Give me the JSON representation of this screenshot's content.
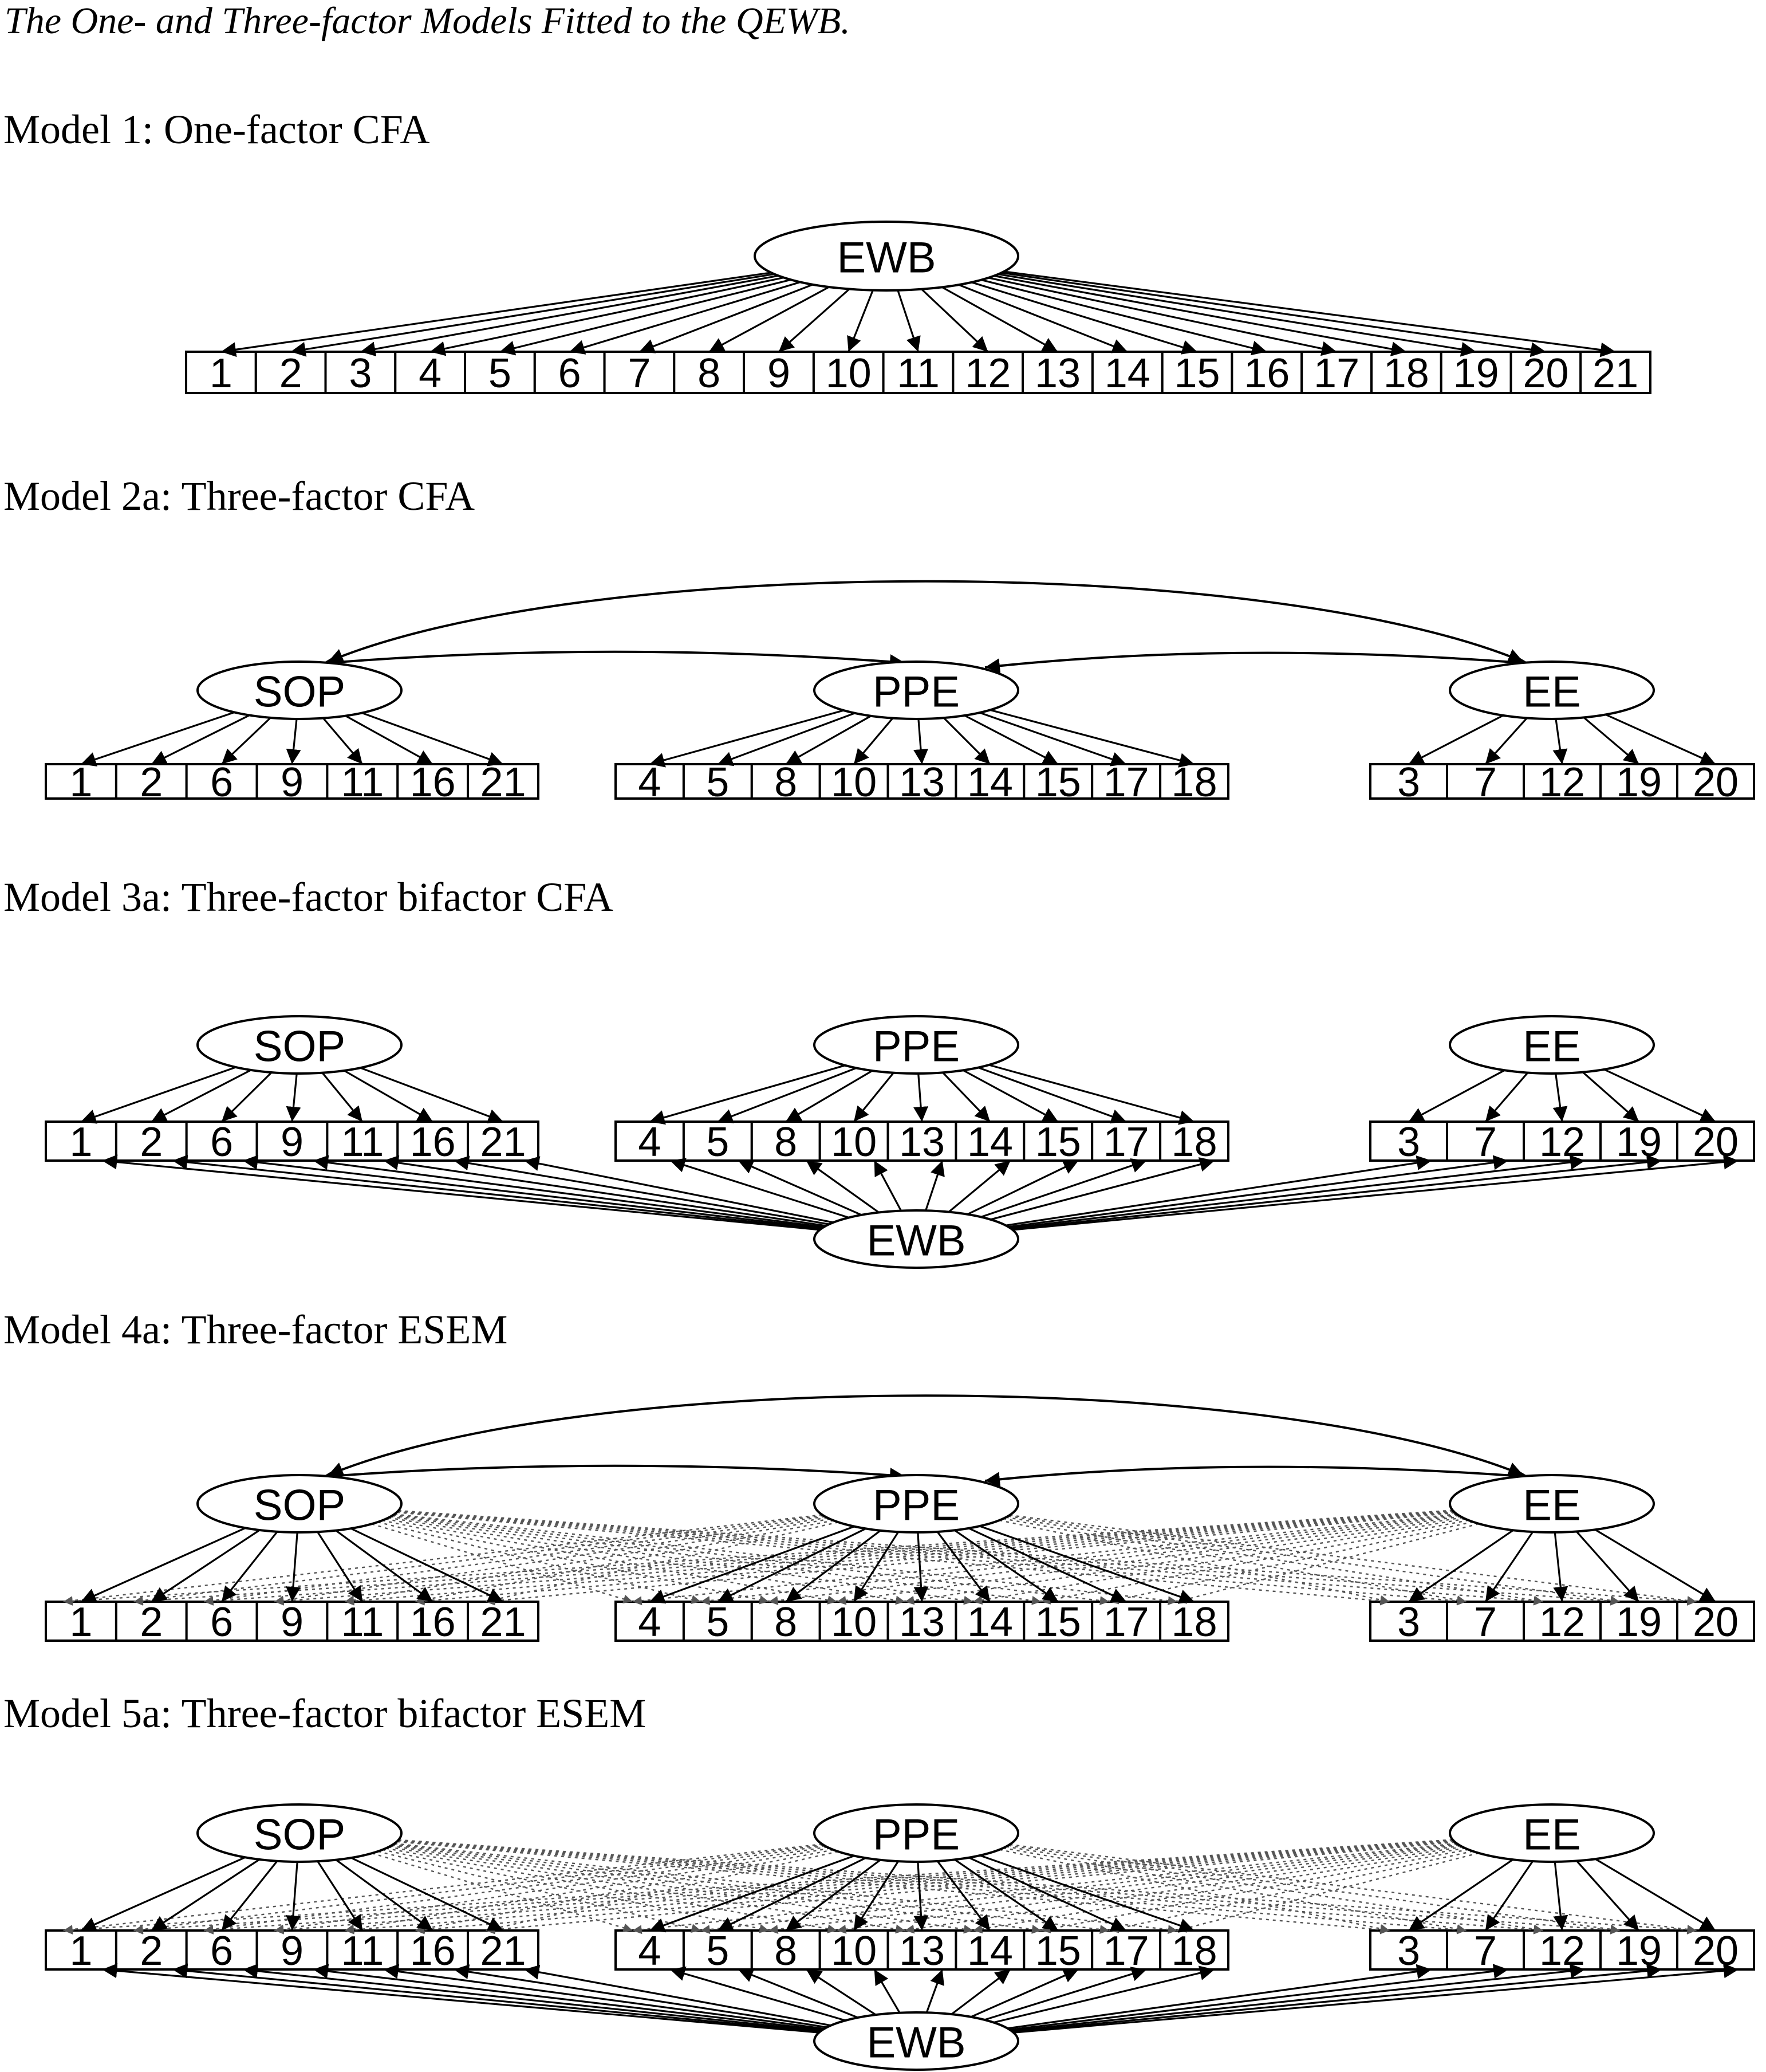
{
  "figure_title": "The One- and Three-factor Models Fitted to the QEWB.",
  "models": [
    {
      "id": "m1",
      "title": "Model 1: One-factor CFA",
      "type": "single",
      "factors": [
        {
          "id": "EWB",
          "label": "EWB"
        }
      ],
      "items": [
        "1",
        "2",
        "3",
        "4",
        "5",
        "6",
        "7",
        "8",
        "9",
        "10",
        "11",
        "12",
        "13",
        "14",
        "15",
        "16",
        "17",
        "18",
        "19",
        "20",
        "21"
      ]
    },
    {
      "id": "m2a",
      "title": "Model 2a: Three-factor CFA",
      "type": "cfa",
      "factors": [
        {
          "id": "SOP",
          "label": "SOP"
        },
        {
          "id": "PPE",
          "label": "PPE"
        },
        {
          "id": "EE",
          "label": "EE"
        }
      ],
      "groups": [
        [
          "1",
          "2",
          "6",
          "9",
          "11",
          "16",
          "21"
        ],
        [
          "4",
          "5",
          "8",
          "10",
          "13",
          "14",
          "15",
          "17",
          "18"
        ],
        [
          "3",
          "7",
          "12",
          "19",
          "20"
        ]
      ],
      "correlated": true
    },
    {
      "id": "m3a",
      "title": "Model 3a: Three-factor bifactor CFA",
      "type": "bifactor_cfa",
      "factors": [
        {
          "id": "SOP",
          "label": "SOP"
        },
        {
          "id": "PPE",
          "label": "PPE"
        },
        {
          "id": "EE",
          "label": "EE"
        }
      ],
      "general_factor": {
        "id": "EWB",
        "label": "EWB"
      },
      "groups": [
        [
          "1",
          "2",
          "6",
          "9",
          "11",
          "16",
          "21"
        ],
        [
          "4",
          "5",
          "8",
          "10",
          "13",
          "14",
          "15",
          "17",
          "18"
        ],
        [
          "3",
          "7",
          "12",
          "19",
          "20"
        ]
      ],
      "correlated": false
    },
    {
      "id": "m4a",
      "title": "Model 4a: Three-factor ESEM",
      "type": "esem",
      "factors": [
        {
          "id": "SOP",
          "label": "SOP"
        },
        {
          "id": "PPE",
          "label": "PPE"
        },
        {
          "id": "EE",
          "label": "EE"
        }
      ],
      "groups": [
        [
          "1",
          "2",
          "6",
          "9",
          "11",
          "16",
          "21"
        ],
        [
          "4",
          "5",
          "8",
          "10",
          "13",
          "14",
          "15",
          "17",
          "18"
        ],
        [
          "3",
          "7",
          "12",
          "19",
          "20"
        ]
      ],
      "correlated": true
    },
    {
      "id": "m5a",
      "title": "Model 5a: Three-factor bifactor ESEM",
      "type": "bifactor_esem",
      "factors": [
        {
          "id": "SOP",
          "label": "SOP"
        },
        {
          "id": "PPE",
          "label": "PPE"
        },
        {
          "id": "EE",
          "label": "EE"
        }
      ],
      "general_factor": {
        "id": "EWB",
        "label": "EWB"
      },
      "groups": [
        [
          "1",
          "2",
          "6",
          "9",
          "11",
          "16",
          "21"
        ],
        [
          "4",
          "5",
          "8",
          "10",
          "13",
          "14",
          "15",
          "17",
          "18"
        ],
        [
          "3",
          "7",
          "12",
          "19",
          "20"
        ]
      ],
      "correlated": false
    }
  ]
}
